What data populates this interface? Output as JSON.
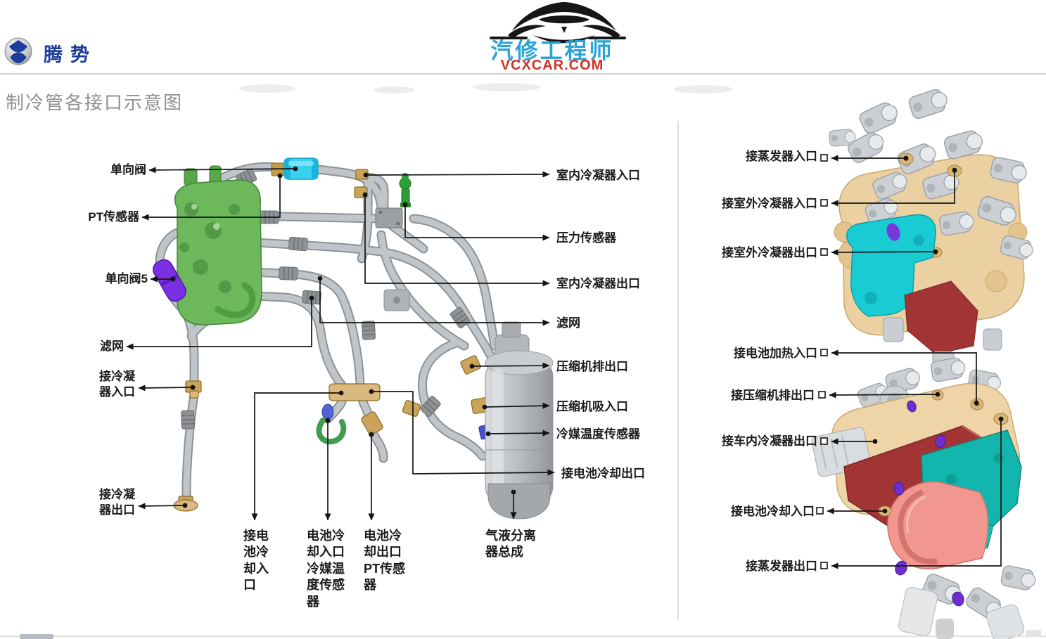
{
  "header": {
    "brand_name": "腾势",
    "site_logo_title": "汽修工程师",
    "site_logo_url": "VCXCAR.COM",
    "page_title": "制冷管各接口示意图"
  },
  "icons": {
    "brand_logo": "denza-sphere-icon",
    "site_logo": "car-silhouette-icon"
  },
  "colors": {
    "brand_blue": "#1d3c9c",
    "logo_cyan": "#2ba3d4",
    "logo_red": "#d03028",
    "title_gray": "#8f8f8f",
    "label_black": "#1b1b1b",
    "pipe_gray": "#bfc5c9",
    "valve_green": "#6cb85a",
    "check_valve_cyan": "#38d2f0",
    "check_valve_purple": "#7b2fe2",
    "fitting_gold": "#c9a45a",
    "block_tan": "#ebd0a2",
    "bracket_teal": "#19ccd4",
    "plate_red": "#a23434",
    "hose_salmon": "#f2978f"
  },
  "left_diagram": {
    "labels": {
      "one_way_valve": "单向阀",
      "pt_sensor": "PT传感器",
      "one_way_valve_5": "单向阀5",
      "filter_left": "滤网",
      "condenser_inlet": "接冷凝\n器入口",
      "condenser_outlet": "接冷凝\n器出口",
      "battery_cooling_inlet": "接电\n池冷\n却入\n口",
      "battery_inlet_temp_sensor": "电池冷\n却入口\n冷媒温\n度传感\n器",
      "battery_outlet_pt_sensor": "电池冷\n却出口\nPT传感\n器",
      "gas_liquid_separator": "气液分离\n器总成",
      "indoor_condenser_inlet": "室内冷凝器入口",
      "pressure_sensor": "压力传感器",
      "indoor_condenser_outlet": "室内冷凝器出口",
      "filter_right": "滤网",
      "compressor_discharge": "压缩机排出口",
      "compressor_suction": "压缩机吸入口",
      "refrigerant_temp_sensor": "冷媒温度传感器",
      "battery_cooling_outlet": "接电池冷却出口"
    }
  },
  "right_diagram": {
    "labels": {
      "evaporator_inlet": "接蒸发器入口",
      "outdoor_condenser_inlet": "接室外冷凝器入口",
      "outdoor_condenser_outlet": "接室外冷凝器出口",
      "battery_heating_inlet": "接电池加热入口",
      "compressor_discharge": "接压缩机排出口",
      "indoor_condenser_outlet": "接车内冷凝器出口",
      "battery_cooling_inlet": "接电池冷却入口",
      "evaporator_outlet": "接蒸发器出口"
    }
  }
}
